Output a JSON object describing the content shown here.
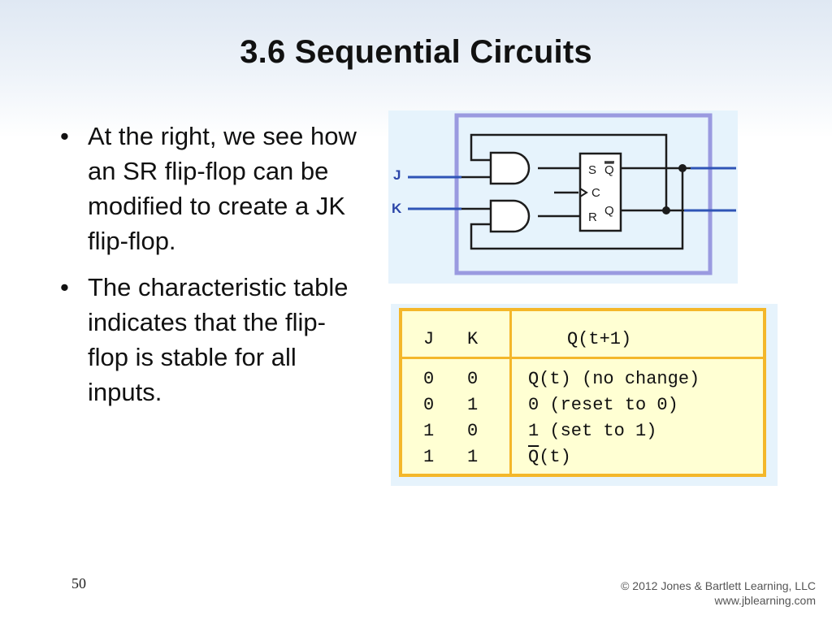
{
  "slide": {
    "title": "3.6 Sequential Circuits",
    "bullets": [
      "At the right, we see how an SR flip-flop can be modified to create a JK flip-flop.",
      "The characteristic table indicates that the flip-flop is stable for all inputs."
    ],
    "page_number": "50",
    "copyright_line1": "© 2012 Jones & Bartlett Learning, LLC",
    "copyright_line2": "www.jblearning.com"
  },
  "circuit": {
    "input_j": "J",
    "input_k": "K",
    "pin_s": "S",
    "pin_c": "C",
    "pin_r": "R",
    "out_q_bar": "Q",
    "out_q": "Q",
    "colors": {
      "wire": "#1c1c1c",
      "input_wire": "#2f54b6",
      "frame": "#9a9ae0",
      "label": "#2b45a8"
    }
  },
  "table": {
    "headers": {
      "j": "J",
      "k": "K",
      "q": "Q(t+1)"
    },
    "rows": [
      {
        "j": "0",
        "k": "0",
        "q": "Q(t) (no change)"
      },
      {
        "j": "0",
        "k": "1",
        "q": "0 (reset to 0)"
      },
      {
        "j": "1",
        "k": "0",
        "q": "1 (set to 1)"
      },
      {
        "j": "1",
        "k": "1",
        "q_prefix": "Q",
        "q_suffix": "(t)"
      }
    ]
  }
}
